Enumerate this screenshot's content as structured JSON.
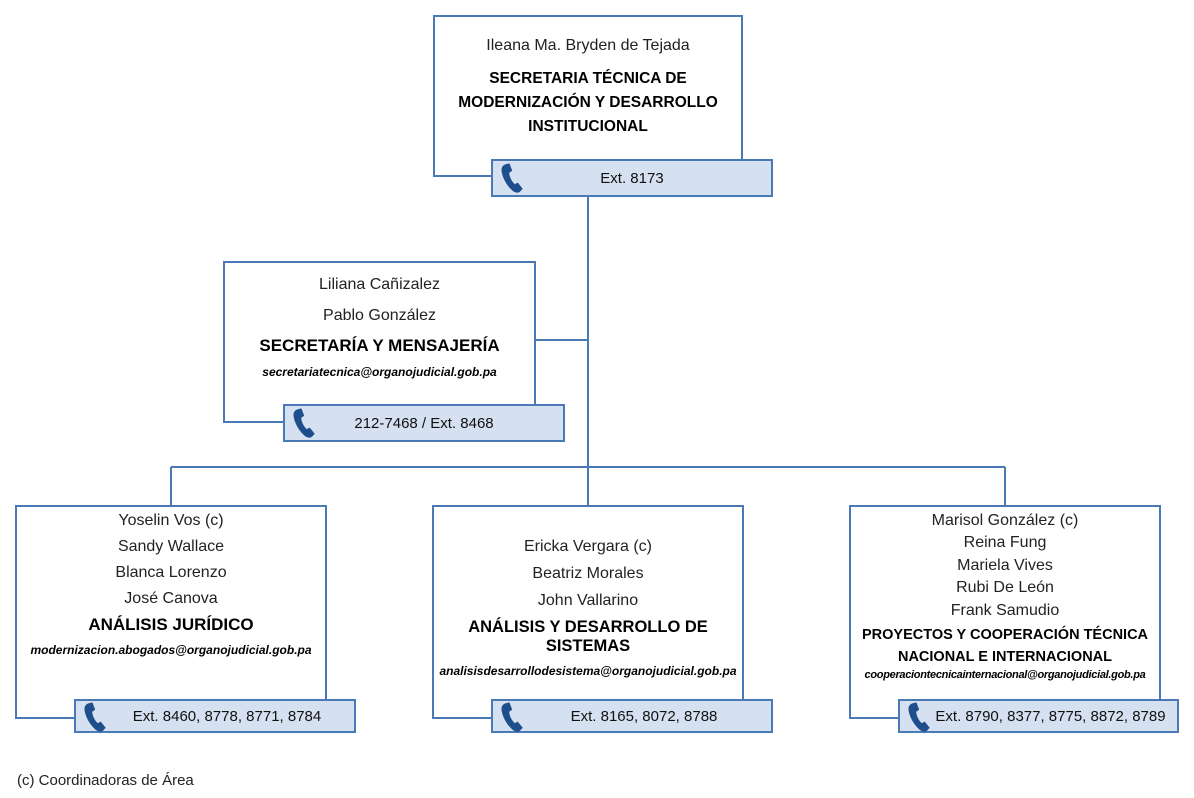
{
  "top": {
    "name": "Ileana Ma. Bryden de Tejada",
    "department": [
      "SECRETARIA TÉCNICA DE",
      "MODERNIZACIÓN Y DESARROLLO",
      "INSTITUCIONAL"
    ],
    "ext": "Ext. 8173"
  },
  "secretaria": {
    "names": [
      "Liliana Cañizalez",
      "Pablo González"
    ],
    "department": "SECRETARÍA Y MENSAJERÍA",
    "email": "secretariatecnica@organojudicial.gob.pa",
    "ext": "212-7468 / Ext. 8468"
  },
  "juridico": {
    "names": [
      "Yoselin Vos (c)",
      "Sandy Wallace",
      "Blanca Lorenzo",
      "José Canova"
    ],
    "department": "ANÁLISIS JURÍDICO",
    "email": "modernizacion.abogados@organojudicial.gob.pa",
    "ext": "Ext. 8460, 8778, 8771, 8784"
  },
  "sistemas": {
    "names": [
      "Ericka Vergara (c)",
      "Beatriz Morales",
      "John Vallarino"
    ],
    "department": "ANÁLISIS Y DESARROLLO DE SISTEMAS",
    "email": "analisisdesarrollodesistema@organojudicial.gob.pa",
    "ext": "Ext. 8165, 8072, 8788"
  },
  "proyectos": {
    "names": [
      "Marisol González (c)",
      "Reina Fung",
      "Mariela Vives",
      "Rubi De León",
      "Frank Samudio"
    ],
    "department": [
      "PROYECTOS Y COOPERACIÓN TÉCNICA",
      "NACIONAL E INTERNACIONAL"
    ],
    "email": "cooperaciontecnicainternacional@organojudicial.gob.pa",
    "ext": "Ext. 8790, 8377, 8775, 8872, 8789"
  },
  "footnote": "(c) Coordinadoras de Área",
  "colors": {
    "border": "#4a7ab5",
    "ext_fill": "#d5e0f1",
    "phone": "#1f4e8c"
  },
  "icons": {
    "phone": "phone-icon"
  }
}
